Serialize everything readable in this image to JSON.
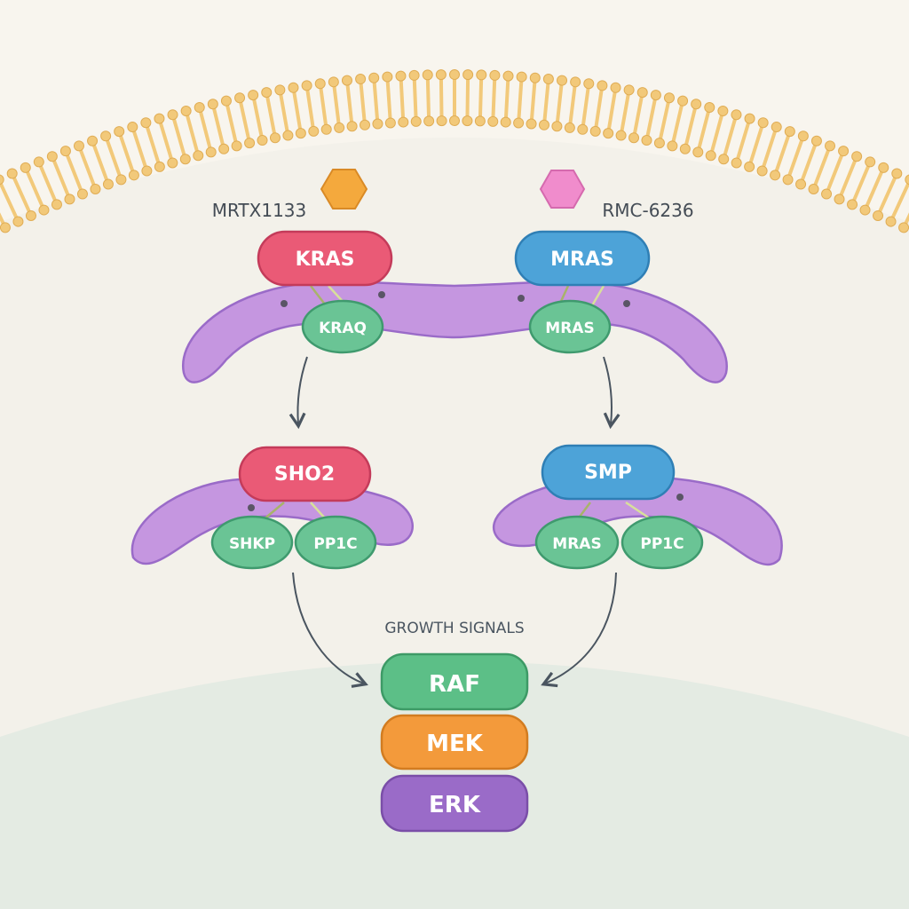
{
  "drugs": {
    "left": {
      "label": "MRTX1133",
      "color": "#f4a93d"
    },
    "right": {
      "label": "RMC-6236",
      "color": "#f08ccc"
    }
  },
  "complexes": {
    "top_left": {
      "main": "KRAS",
      "sub": [
        "KRAQ"
      ],
      "main_color": "#ea5a76"
    },
    "top_right": {
      "main": "MRAS",
      "sub": [
        "MRAS"
      ],
      "main_color": "#4da3d8"
    },
    "mid_left": {
      "main": "SHO2",
      "sub": [
        "SHKP",
        "PP1C"
      ],
      "main_color": "#ea5a76"
    },
    "mid_right": {
      "main": "SMP",
      "sub": [
        "MRAS",
        "PP1C"
      ],
      "main_color": "#4da3d8"
    }
  },
  "section_label": "GROWTH SIGNALS",
  "cascade": [
    {
      "label": "RAF",
      "color": "#5cbf87"
    },
    {
      "label": "MEK",
      "color": "#f39a3b"
    },
    {
      "label": "ERK",
      "color": "#9a6bc8"
    }
  ],
  "colors": {
    "membrane_lipid": "#f2c97a",
    "scaffold": "#c596e0",
    "subunit": "#6ac495",
    "arrow": "#4a5560"
  }
}
